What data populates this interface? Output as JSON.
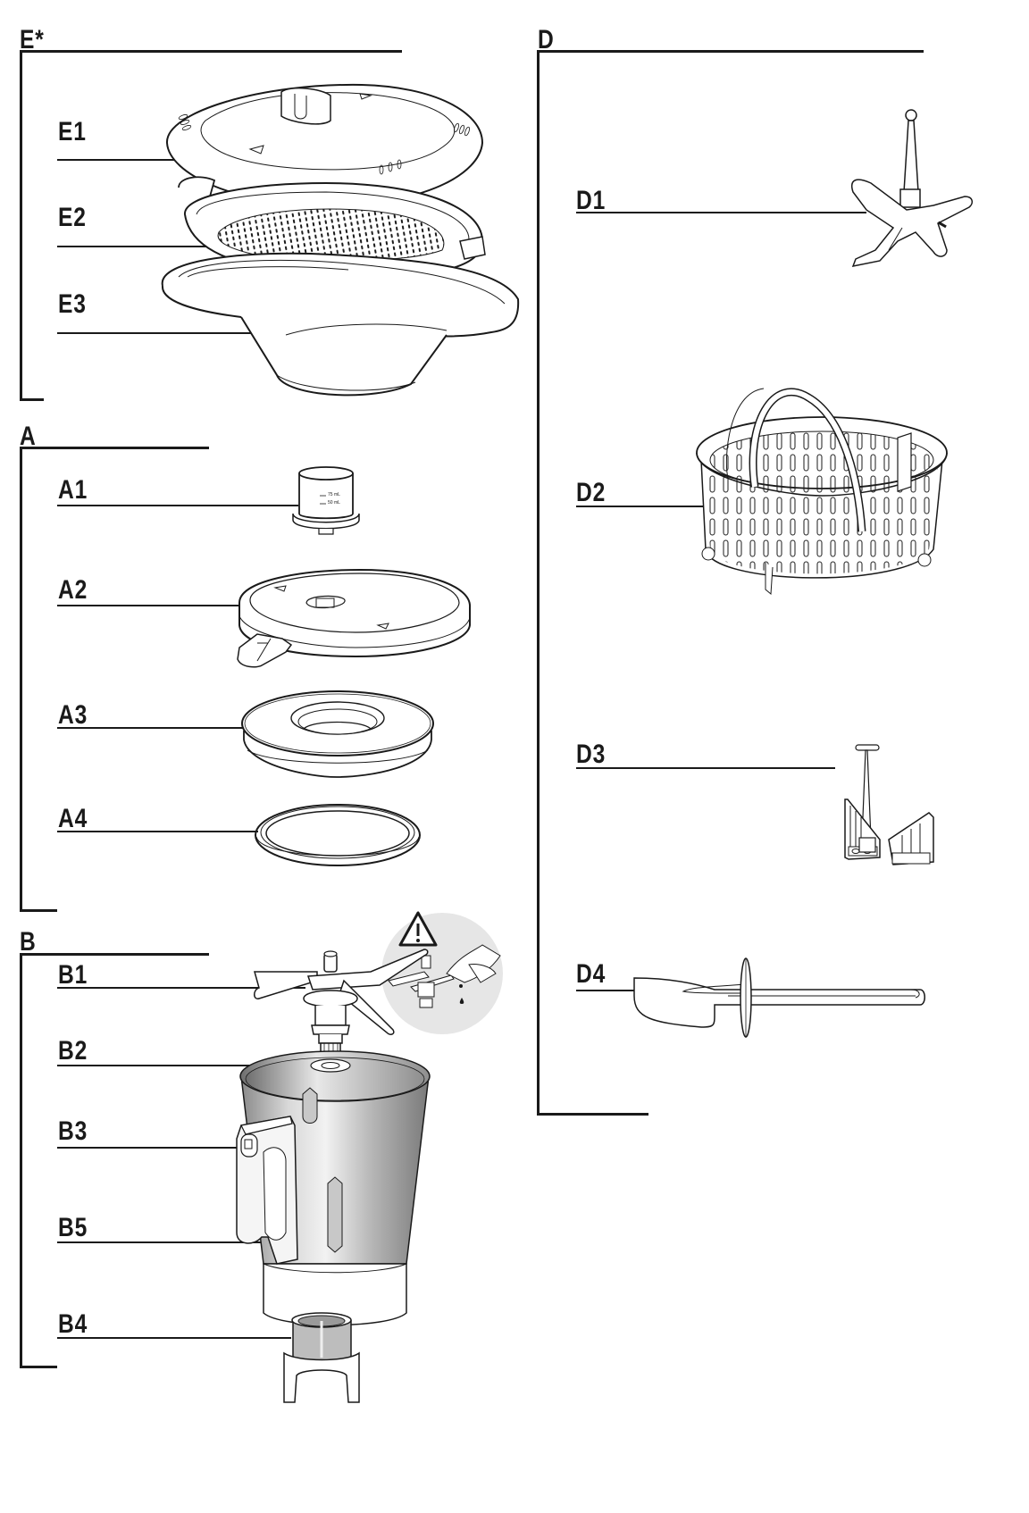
{
  "sections": {
    "E": {
      "title": "E*",
      "items": [
        {
          "code": "E1"
        },
        {
          "code": "E2"
        },
        {
          "code": "E3"
        }
      ]
    },
    "A": {
      "title": "A",
      "items": [
        {
          "code": "A1"
        },
        {
          "code": "A2"
        },
        {
          "code": "A3"
        },
        {
          "code": "A4"
        }
      ]
    },
    "B": {
      "title": "B",
      "items": [
        {
          "code": "B1"
        },
        {
          "code": "B2"
        },
        {
          "code": "B3"
        },
        {
          "code": "B5"
        },
        {
          "code": "B4"
        }
      ]
    },
    "D": {
      "title": "D",
      "items": [
        {
          "code": "D1"
        },
        {
          "code": "D2"
        },
        {
          "code": "D3"
        },
        {
          "code": "D4"
        }
      ]
    }
  },
  "cup_markings": {
    "upper": "75 mL",
    "lower": "50 mL"
  },
  "warning": {
    "icon": "warning-triangle-icon",
    "symbol": "!"
  },
  "colors": {
    "line": "#1a1a1a",
    "warning_bg": "#e6e6e6",
    "steel_dark": "#8a8a8a",
    "steel_light": "#f2f2f2"
  }
}
